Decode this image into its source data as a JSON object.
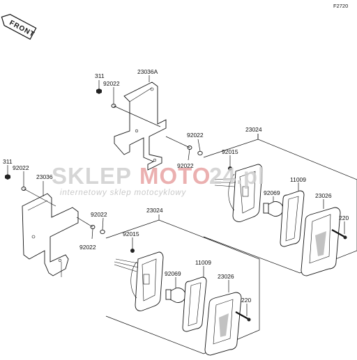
{
  "diagram": {
    "code": "F2720",
    "front_label": "FRONT",
    "watermark": {
      "brand_a": "SKLEP",
      "brand_b": "MOTO",
      "brand_c": "24.pl",
      "tagline": "internetowy sklep motocyklowy"
    },
    "labels": {
      "upper_bracket": "23036A",
      "upper_nut": "311",
      "upper_washer_a": "92022",
      "upper_washer_b": "92022",
      "upper_washer_c": "92022",
      "upper_lamp": "23024",
      "upper_bulb_nut": "92015",
      "upper_bulb": "92069",
      "upper_gasket": "11009",
      "upper_lens": "23026",
      "upper_screw": "220",
      "lower_nut": "311",
      "lower_washer_a": "92022",
      "lower_bracket": "23036",
      "lower_washer_b": "92022",
      "lower_washer_c": "92022",
      "lower_lamp": "23024",
      "lower_bulb_nut": "92015",
      "lower_bulb": "92069",
      "lower_gasket": "11009",
      "lower_lens": "23026",
      "lower_screw": "220"
    }
  },
  "colors": {
    "line": "#111111",
    "watermark_gray": "#cfcfcf",
    "watermark_red": "#e8a3a3"
  }
}
